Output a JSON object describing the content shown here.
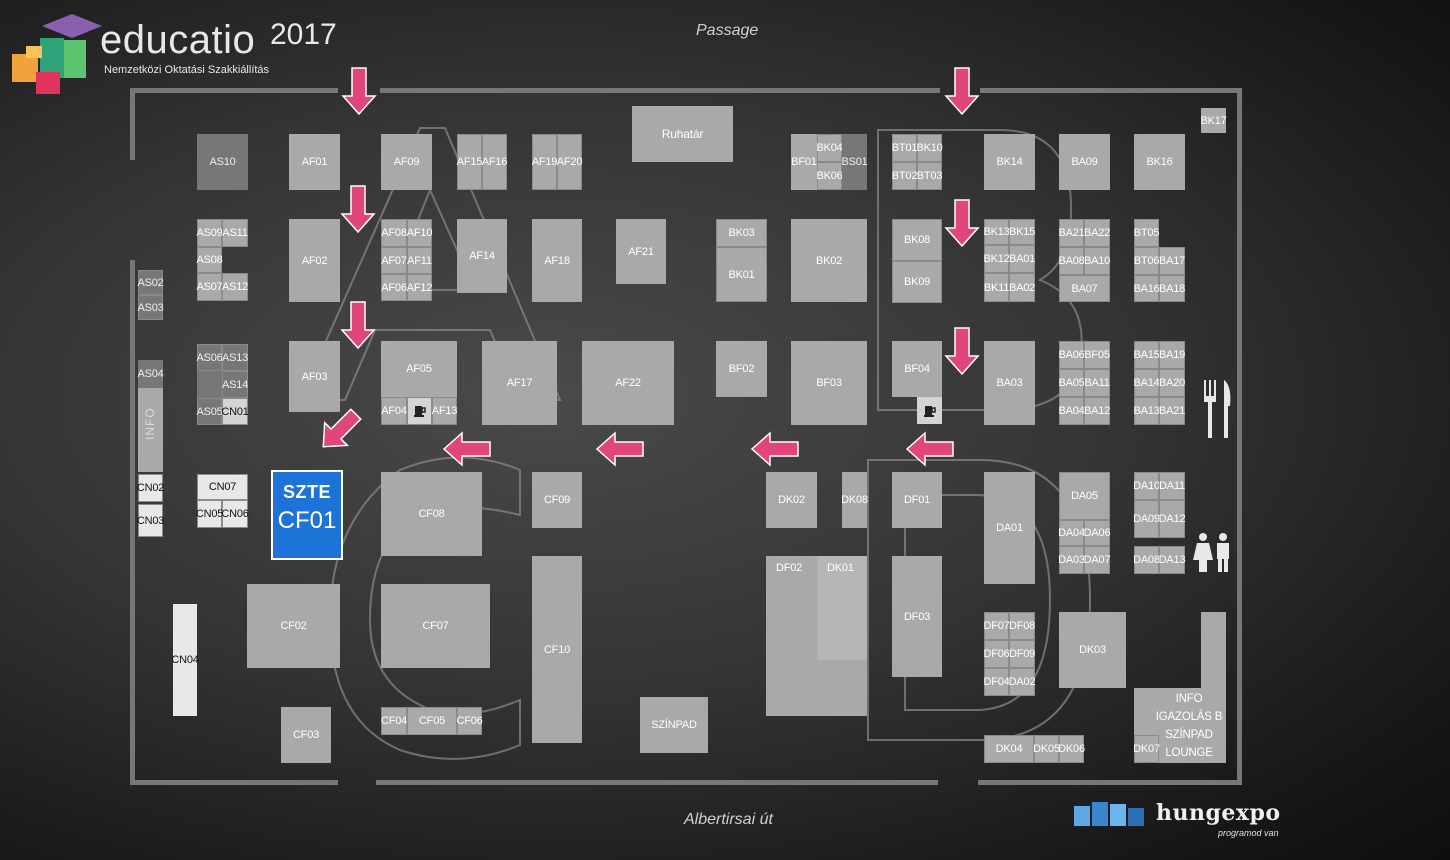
{
  "brand": {
    "name": "educatio",
    "year": "2017",
    "subtitle": "Nemzetközi Oktatási Szakkiállítás"
  },
  "streets": {
    "top": "Passage",
    "bottom": "Albertirsai út"
  },
  "partner": {
    "name": "hungexpo",
    "tagline": "programod van"
  },
  "highlight": {
    "line1": "SZTE",
    "line2": "CF01",
    "color": "#1e73d8"
  },
  "colors": {
    "arrow": "#e0457b",
    "booth": "#a9a9a9",
    "booth_dark": "#777777",
    "booth_light": "#d4d4d4"
  },
  "booths": {
    "AS10": "AS10",
    "AF01": "AF01",
    "AF09": "AF09",
    "AF15": "AF15",
    "AF16": "AF16",
    "AF19": "AF19",
    "AF20": "AF20",
    "Ruhatar": "Ruhatár",
    "BF01": "BF01",
    "BK04": "BK04",
    "BK06": "BK06",
    "BS01": "BS01",
    "BT01": "BT01",
    "BK10": "BK10",
    "BT02": "BT02",
    "BT03": "BT03",
    "BK14": "BK14",
    "BA09": "BA09",
    "BK16": "BK16",
    "BK17": "BK17",
    "AS09": "AS09",
    "AS11": "AS11",
    "AS08": "AS08",
    "AS07": "AS07",
    "AS12": "AS12",
    "AF02": "AF02",
    "AF08": "AF08",
    "AF10": "AF10",
    "AF07": "AF07",
    "AF11": "AF11",
    "AF06": "AF06",
    "AF12": "AF12",
    "AF14": "AF14",
    "AF18": "AF18",
    "AF21": "AF21",
    "BK03": "BK03",
    "BK01": "BK01",
    "BK02": "BK02",
    "BK08": "BK08",
    "BK09": "BK09",
    "BK13": "BK13",
    "BK15": "BK15",
    "BK12": "BK12",
    "BA01": "BA01",
    "BK11": "BK11",
    "BA02": "BA02",
    "BA21": "BA21",
    "BA22": "BA22",
    "BA08": "BA08",
    "BA10": "BA10",
    "BA07": "BA07",
    "BT05": "BT05",
    "BT06": "BT06",
    "BA17": "BA17",
    "BA16": "BA16",
    "BA18": "BA18",
    "AS02": "AS02",
    "AS03": "AS03",
    "AS04": "AS04",
    "AS06": "AS06",
    "AS13": "AS13",
    "AS14": "AS14",
    "AS05": "AS05",
    "CN01": "CN01",
    "AF03": "AF03",
    "AF05": "AF05",
    "AF04": "AF04",
    "AF13": "AF13",
    "AF17": "AF17",
    "AF22": "AF22",
    "BF02": "BF02",
    "BF03": "BF03",
    "BF04": "BF04",
    "BA03": "BA03",
    "BA06": "BA06",
    "BF05": "BF05",
    "BA05": "BA05",
    "BA11": "BA11",
    "BA04": "BA04",
    "BA12": "BA12",
    "BA15": "BA15",
    "BA19": "BA19",
    "BA14": "BA14",
    "BA20": "BA20",
    "BA13": "BA13",
    "BA21b": "BA21",
    "INFO_side": "INFO",
    "CN02": "CN02",
    "CN03": "CN03",
    "CN07": "CN07",
    "CN05": "CN05",
    "CN06": "CN06",
    "CF08": "CF08",
    "CF09": "CF09",
    "DK02": "DK02",
    "DK08": "DK08",
    "DF01": "DF01",
    "DA01": "DA01",
    "DA05": "DA05",
    "DA04": "DA04",
    "DA06": "DA06",
    "DA03": "DA03",
    "DA07": "DA07",
    "DA10": "DA10",
    "DA11": "DA11",
    "DA09": "DA09",
    "DA12": "DA12",
    "DA08": "DA08",
    "DA13": "DA13",
    "CF02": "CF02",
    "CF07": "CF07",
    "CF10": "CF10",
    "DF02": "DF02",
    "DK01": "DK01",
    "DF03": "DF03",
    "DF07": "DF07",
    "DF08": "DF08",
    "DF06": "DF06",
    "DF09": "DF09",
    "DF04": "DF04",
    "DA02": "DA02",
    "DK03": "DK03",
    "CN04": "CN04",
    "CF03": "CF03",
    "CF04": "CF04",
    "CF05": "CF05",
    "CF06": "CF06",
    "SZINPAD": "SZÍNPAD",
    "DK04": "DK04",
    "DK05": "DK05",
    "DK06": "DK06",
    "DK07": "DK07",
    "INFO_box": "INFO IGAZOLÁS B SZÍNPAD LOUNGE"
  },
  "icons": [
    "restaurant-icon",
    "toilet-icon",
    "arrow-down-icon",
    "arrow-left-icon",
    "coffee-icon"
  ]
}
